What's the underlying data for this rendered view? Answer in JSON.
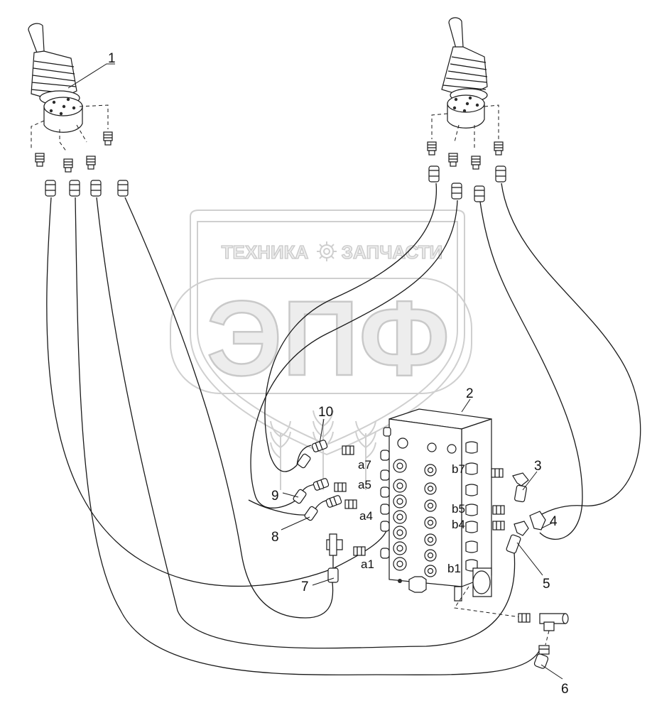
{
  "watermark": {
    "word_left": "ТЕХНИКА",
    "word_right": "ЗАПЧАСТИ",
    "monogram": "ЭПФ",
    "gear_icon": "gear-icon"
  },
  "callouts": [
    "1",
    "2",
    "3",
    "4",
    "5",
    "6",
    "7",
    "8",
    "9",
    "10"
  ],
  "port_labels": [
    "a7",
    "a5",
    "a4",
    "a1",
    "b7",
    "b5",
    "b4",
    "b1"
  ],
  "colors": {
    "line": "#1a1a1a",
    "watermark": "#cfcfcf"
  }
}
